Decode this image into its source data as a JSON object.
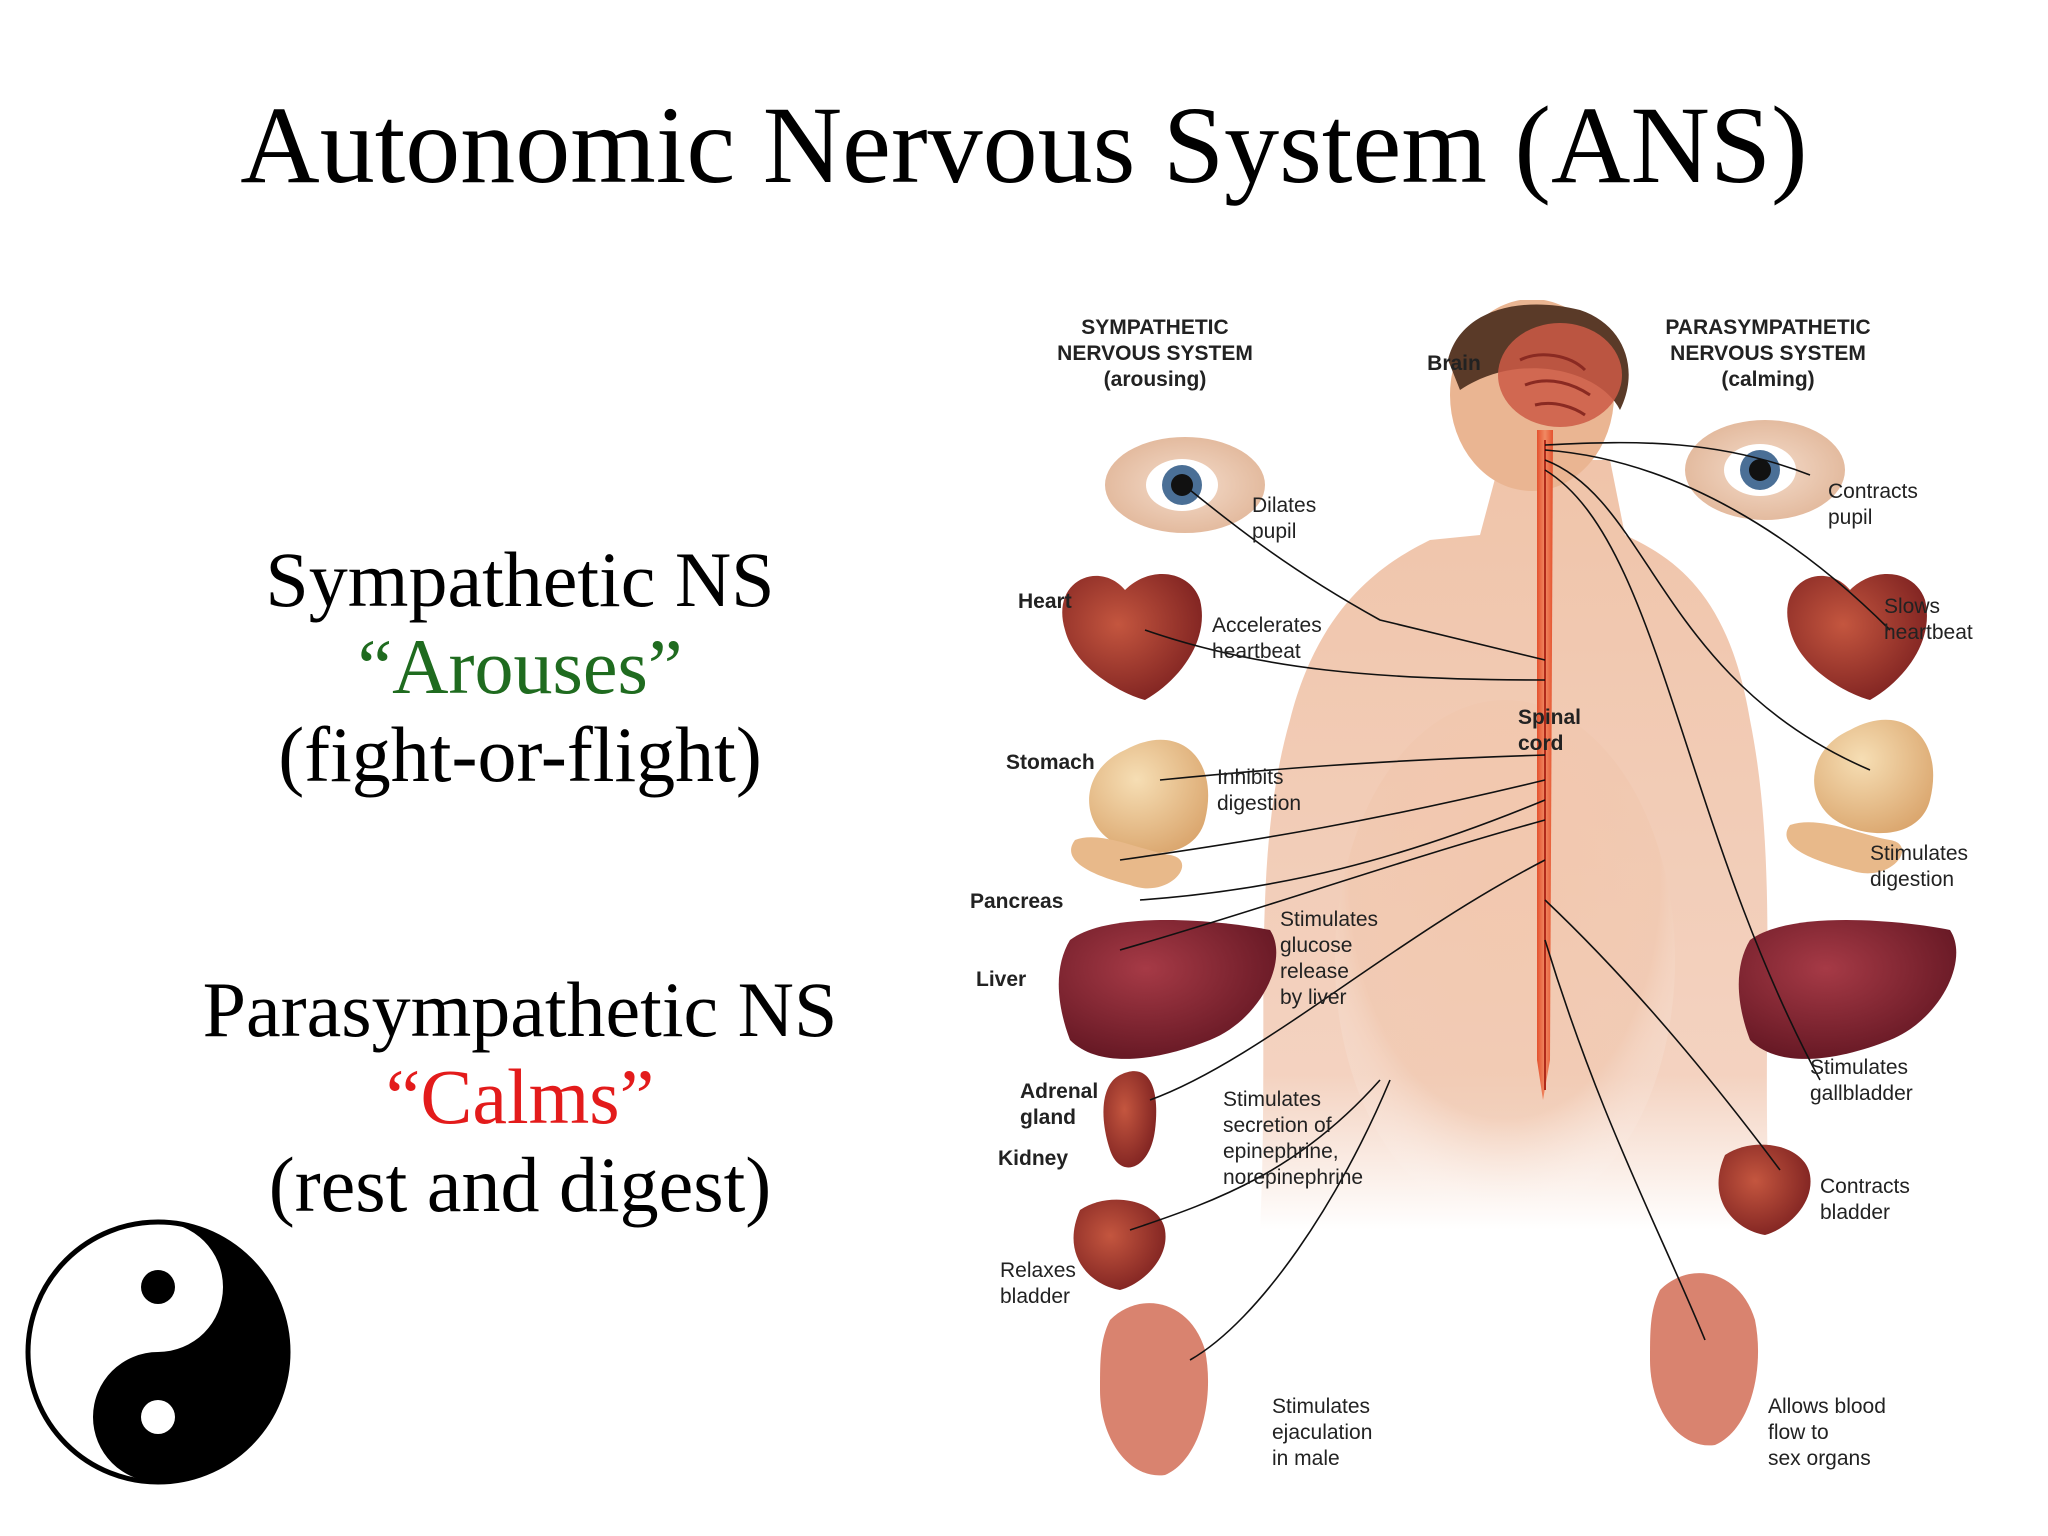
{
  "title": "Autonomic Nervous System (ANS)",
  "sympathetic": {
    "name": "Sympathetic NS",
    "action": "“Arouses”",
    "nickname": "(fight-or-flight)",
    "action_color": "#1f6b1f"
  },
  "parasympathetic": {
    "name": "Parasympathetic NS",
    "action": "“Calms”",
    "nickname": "(rest and digest)",
    "action_color": "#e31b1b"
  },
  "diagram": {
    "sympathetic_header": [
      "SYMPATHETIC",
      "NERVOUS SYSTEM",
      "(arousing)"
    ],
    "parasympathetic_header": [
      "PARASYMPATHETIC",
      "NERVOUS SYSTEM",
      "(calming)"
    ],
    "brain": "Brain",
    "spinal_cord": [
      "Spinal",
      "cord"
    ],
    "organs": {
      "heart": "Heart",
      "stomach": "Stomach",
      "pancreas": "Pancreas",
      "liver": "Liver",
      "adrenal": [
        "Adrenal",
        "gland"
      ],
      "kidney": "Kidney"
    },
    "sympathetic_effects": {
      "eye": [
        "Dilates",
        "pupil"
      ],
      "heart": [
        "Accelerates",
        "heartbeat"
      ],
      "stomach": [
        "Inhibits",
        "digestion"
      ],
      "liver": [
        "Stimulates",
        "glucose",
        "release",
        "by liver"
      ],
      "adrenal": [
        "Stimulates",
        "secretion of",
        "epinephrine,",
        "norepinephrine"
      ],
      "bladder": [
        "Relaxes",
        "bladder"
      ],
      "sex": [
        "Stimulates",
        "ejaculation",
        "in male"
      ]
    },
    "parasympathetic_effects": {
      "eye": [
        "Contracts",
        "pupil"
      ],
      "heart": [
        "Slows",
        "heartbeat"
      ],
      "stomach": [
        "Stimulates",
        "digestion"
      ],
      "gallbladder": [
        "Stimulates",
        "gallbladder"
      ],
      "bladder": [
        "Contracts",
        "bladder"
      ],
      "sex": [
        "Allows blood",
        "flow to",
        "sex organs"
      ]
    }
  }
}
